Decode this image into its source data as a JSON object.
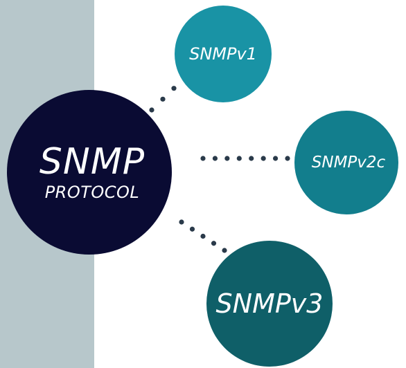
{
  "diagram": {
    "main_node": {
      "title": "SNMP",
      "subtitle": "PROTOCOL",
      "color": "#0a0b33"
    },
    "versions": [
      {
        "label": "SNMPv1",
        "color": "#1993a5"
      },
      {
        "label": "SNMPv2c",
        "color": "#127e8d"
      },
      {
        "label": "SNMPv3",
        "color": "#0f5f68"
      }
    ],
    "side_panel_color": "#b7c7cb",
    "connector_color": "#2a3a4a"
  }
}
